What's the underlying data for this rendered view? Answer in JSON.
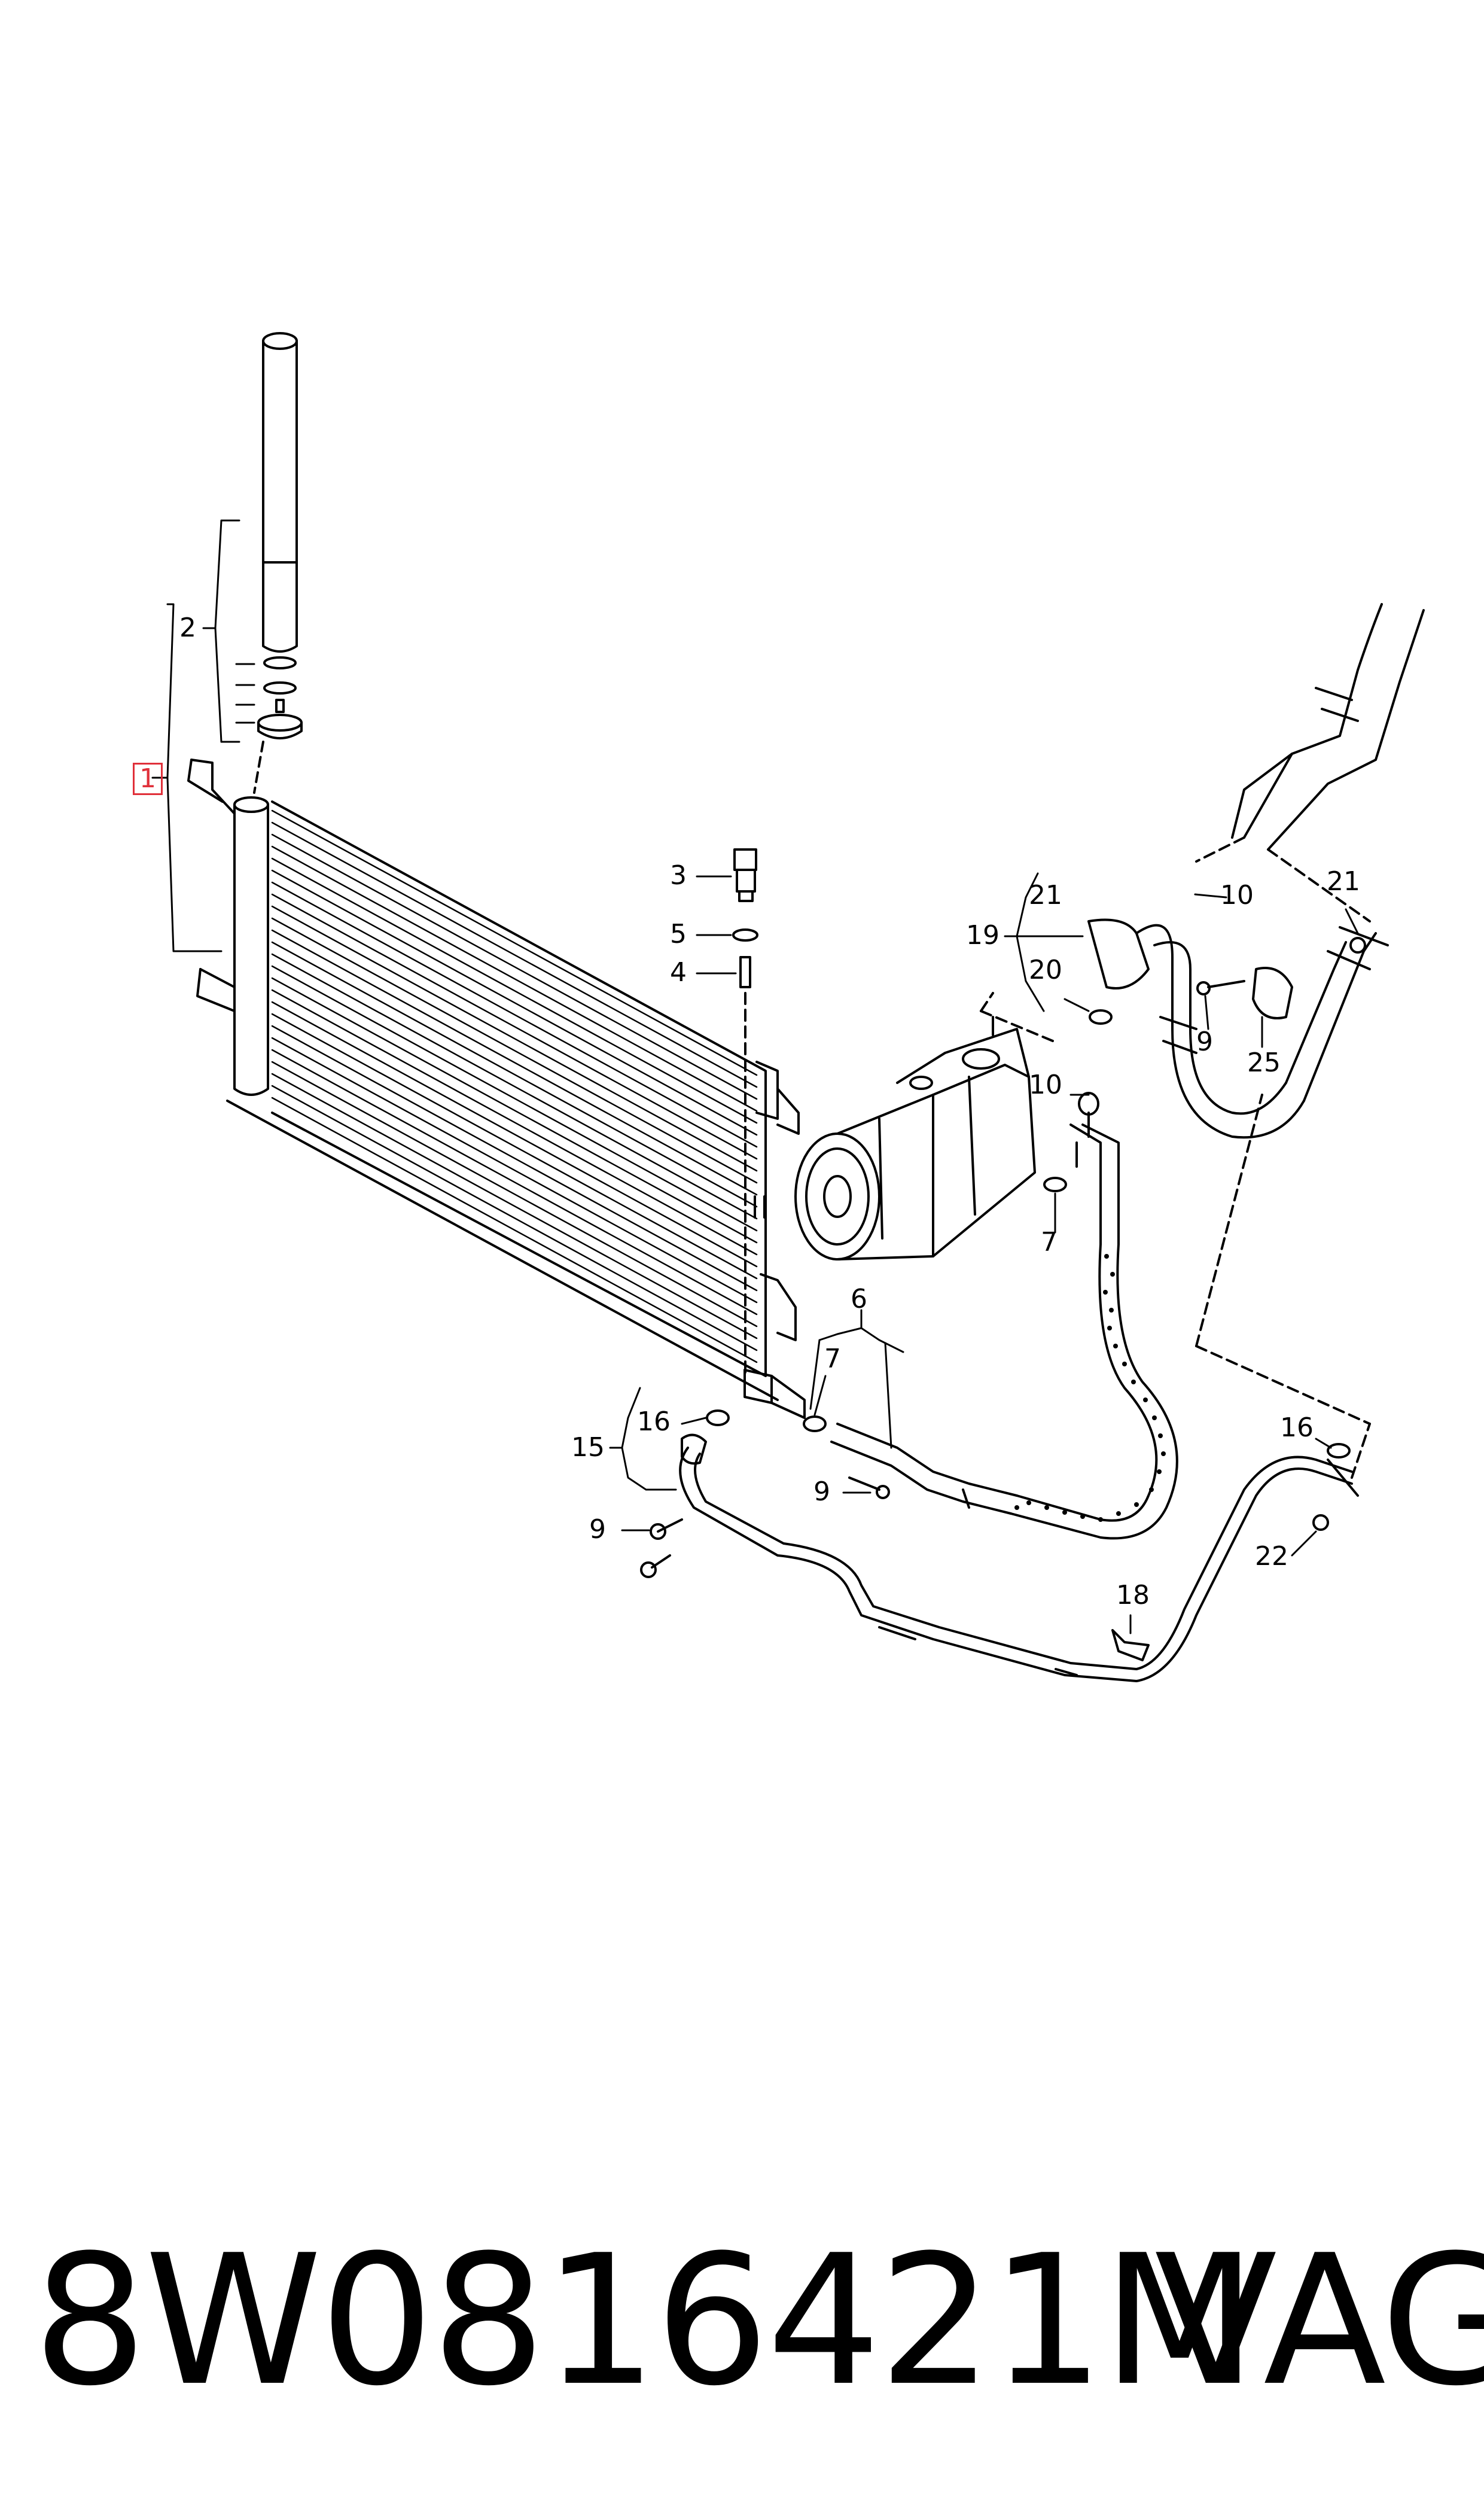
{
  "callouts": {
    "c1": "1",
    "c2": "2",
    "c3": "3",
    "c4": "4",
    "c5": "5",
    "c6": "6",
    "c7a": "7",
    "c7b": "7",
    "c9a": "9",
    "c9b": "9",
    "c9c": "9",
    "c10a": "10",
    "c10b": "10",
    "c15": "15",
    "c16a": "16",
    "c16b": "16",
    "c18": "18",
    "c19": "19",
    "c20": "20",
    "c21a": "21",
    "c21b": "21",
    "c22": "22",
    "c25": "25"
  },
  "footer": {
    "part_number": "8W0816421M",
    "brand": "VAG"
  },
  "colors": {
    "line": "#000000",
    "highlight": "#e0303a",
    "background": "#ffffff"
  }
}
